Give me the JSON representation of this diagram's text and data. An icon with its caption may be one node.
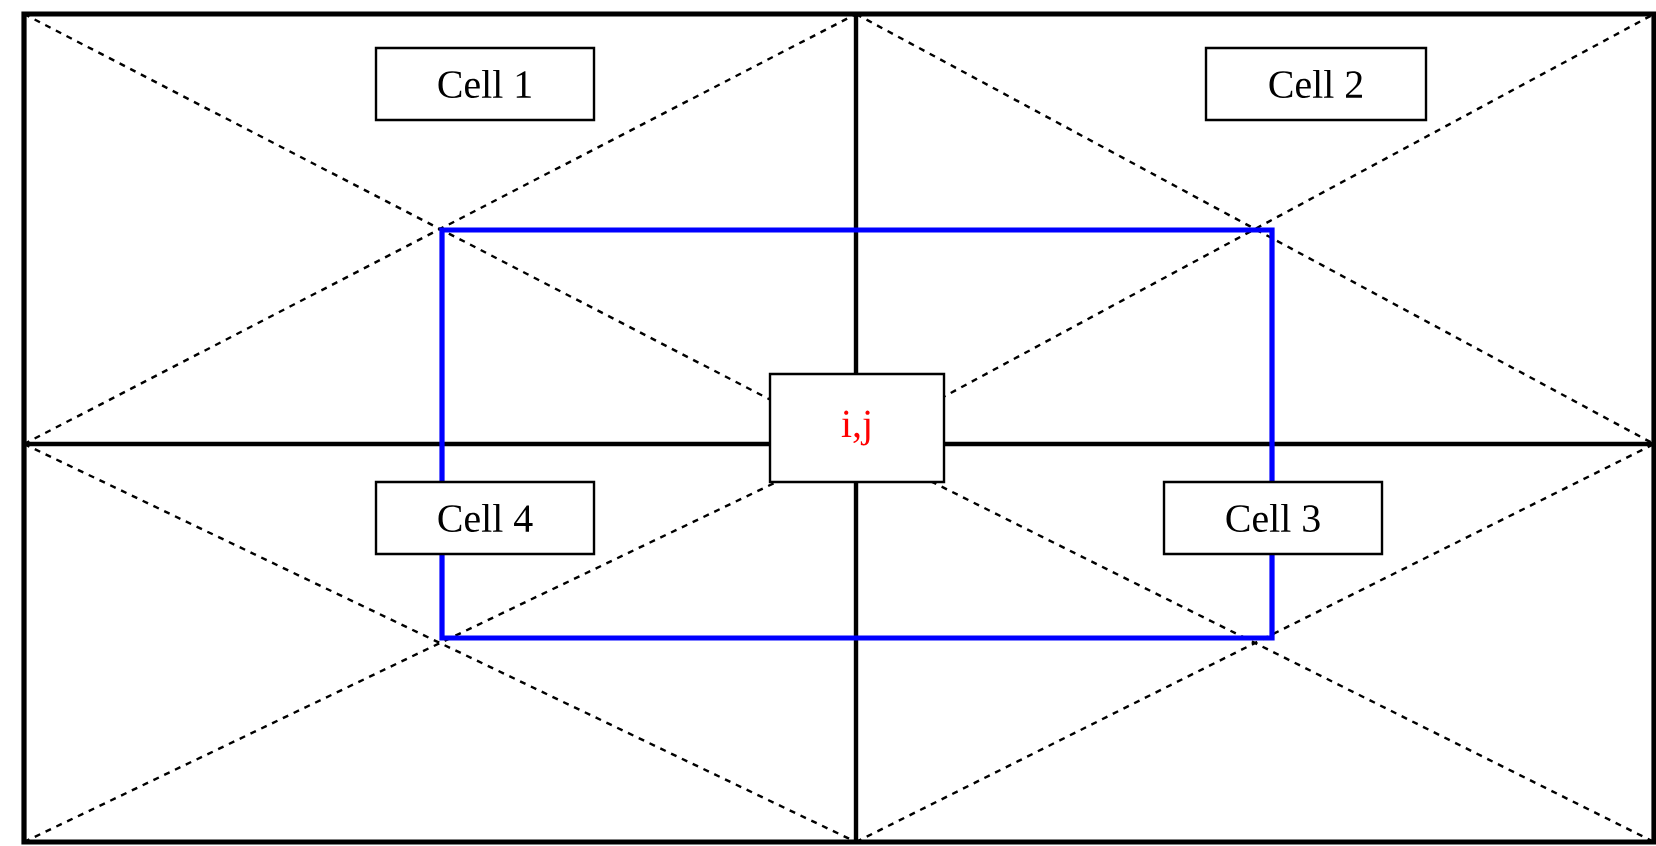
{
  "diagram": {
    "nodes": [
      {
        "text": [
          "Cell 1"
        ]
      },
      {
        "text": [
          "Cell 2"
        ]
      },
      {
        "text": [
          "i,j"
        ]
      },
      {
        "text": [
          "Cell 4"
        ]
      },
      {
        "text": [
          "Cell 3"
        ]
      }
    ]
  }
}
